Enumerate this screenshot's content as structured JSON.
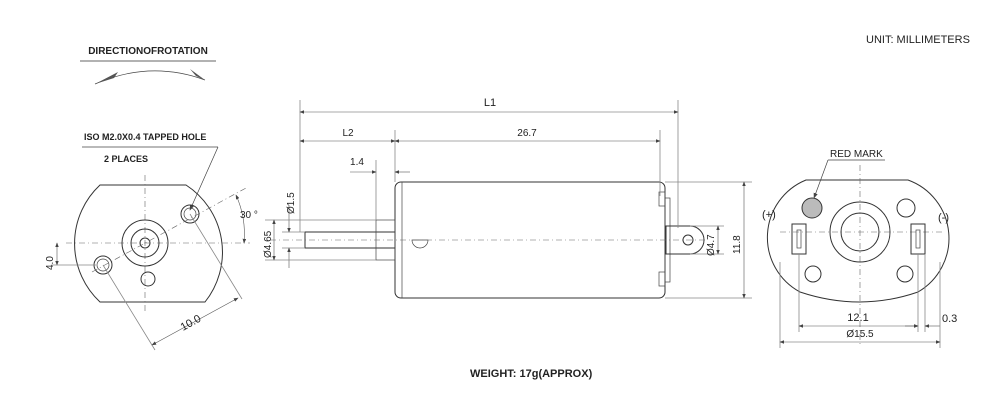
{
  "unit_label": "UNIT: MILLIMETERS",
  "direction_title": "DIRECTIONOFROTATION",
  "hole_note": "ISO M2.0X0.4 TAPPED HOLE",
  "places_note": "2 PLACES",
  "angle_label": "30 °",
  "dim_4_0": "4.0",
  "dim_10_0": "10.0",
  "dim_L1": "L1",
  "dim_L2": "L2",
  "dim_26_7": "26.7",
  "dim_1_4": "1.4",
  "dim_d1_5": "Ø1.5",
  "dim_d4_65": "Ø4.65",
  "dim_d4_7": "Ø4.7",
  "dim_11_8": "11.8",
  "red_mark": "RED MARK",
  "plus": "(+)",
  "minus": "(-)",
  "dim_12_1": "12.1",
  "dim_0_3": "0.3",
  "dim_d15_5": "Ø15.5",
  "weight": "WEIGHT: 17g(APPROX)"
}
